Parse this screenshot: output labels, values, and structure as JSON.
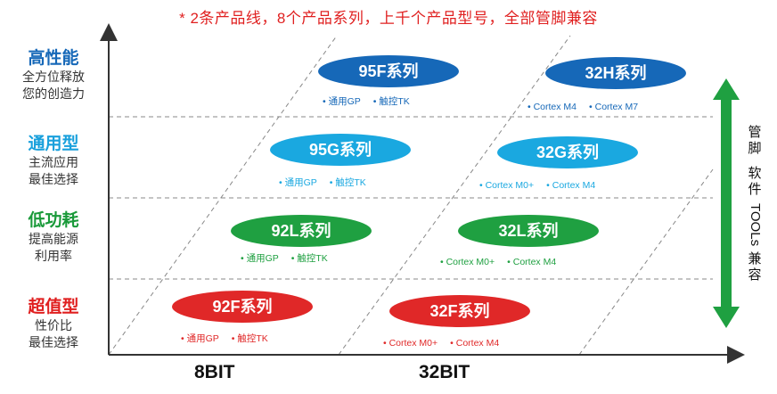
{
  "top_note": "* 2条产品线，8个产品系列，上千个产品型号，全部管脚兼容",
  "tiers": [
    {
      "title": "高性能",
      "desc": [
        "全方位释放",
        "您的创造力"
      ],
      "color": "#1668b8"
    },
    {
      "title": "通用型",
      "desc": [
        "主流应用",
        "最佳选择"
      ],
      "color": "#19a0dc"
    },
    {
      "title": "低功耗",
      "desc": [
        "提高能源",
        "利用率"
      ],
      "color": "#1a9a3a"
    },
    {
      "title": "超值型",
      "desc": [
        "性价比",
        "最佳选择"
      ],
      "color": "#e02020"
    }
  ],
  "series": [
    {
      "name": "95F系列",
      "tags": [
        "通用GP",
        "触控TK"
      ],
      "color": "#1668b8"
    },
    {
      "name": "32H系列",
      "tags": [
        "Cortex M4",
        "Cortex M7"
      ],
      "color": "#1668b8"
    },
    {
      "name": "95G系列",
      "tags": [
        "通用GP",
        "触控TK"
      ],
      "color": "#1aa8e0"
    },
    {
      "name": "32G系列",
      "tags": [
        "Cortex M0+",
        "Cortex M4"
      ],
      "color": "#1aa8e0"
    },
    {
      "name": "92L系列",
      "tags": [
        "通用GP",
        "触控TK"
      ],
      "color": "#1fa041"
    },
    {
      "name": "32L系列",
      "tags": [
        "Cortex M0+",
        "Cortex M4"
      ],
      "color": "#1fa041"
    },
    {
      "name": "92F系列",
      "tags": [
        "通用GP",
        "触控TK"
      ],
      "color": "#e02828"
    },
    {
      "name": "32F系列",
      "tags": [
        "Cortex M0+",
        "Cortex M4"
      ],
      "color": "#e02828"
    }
  ],
  "x_labels": [
    "8BIT",
    "32BIT"
  ],
  "side_label": {
    "top_chars": [
      "管",
      "脚",
      "软",
      "件"
    ],
    "middle": "TOOLs",
    "bottom_chars": [
      "兼",
      "容"
    ]
  },
  "colors": {
    "arrow_green": "#1fa041",
    "axis": "#333333",
    "dash": "#888888"
  }
}
